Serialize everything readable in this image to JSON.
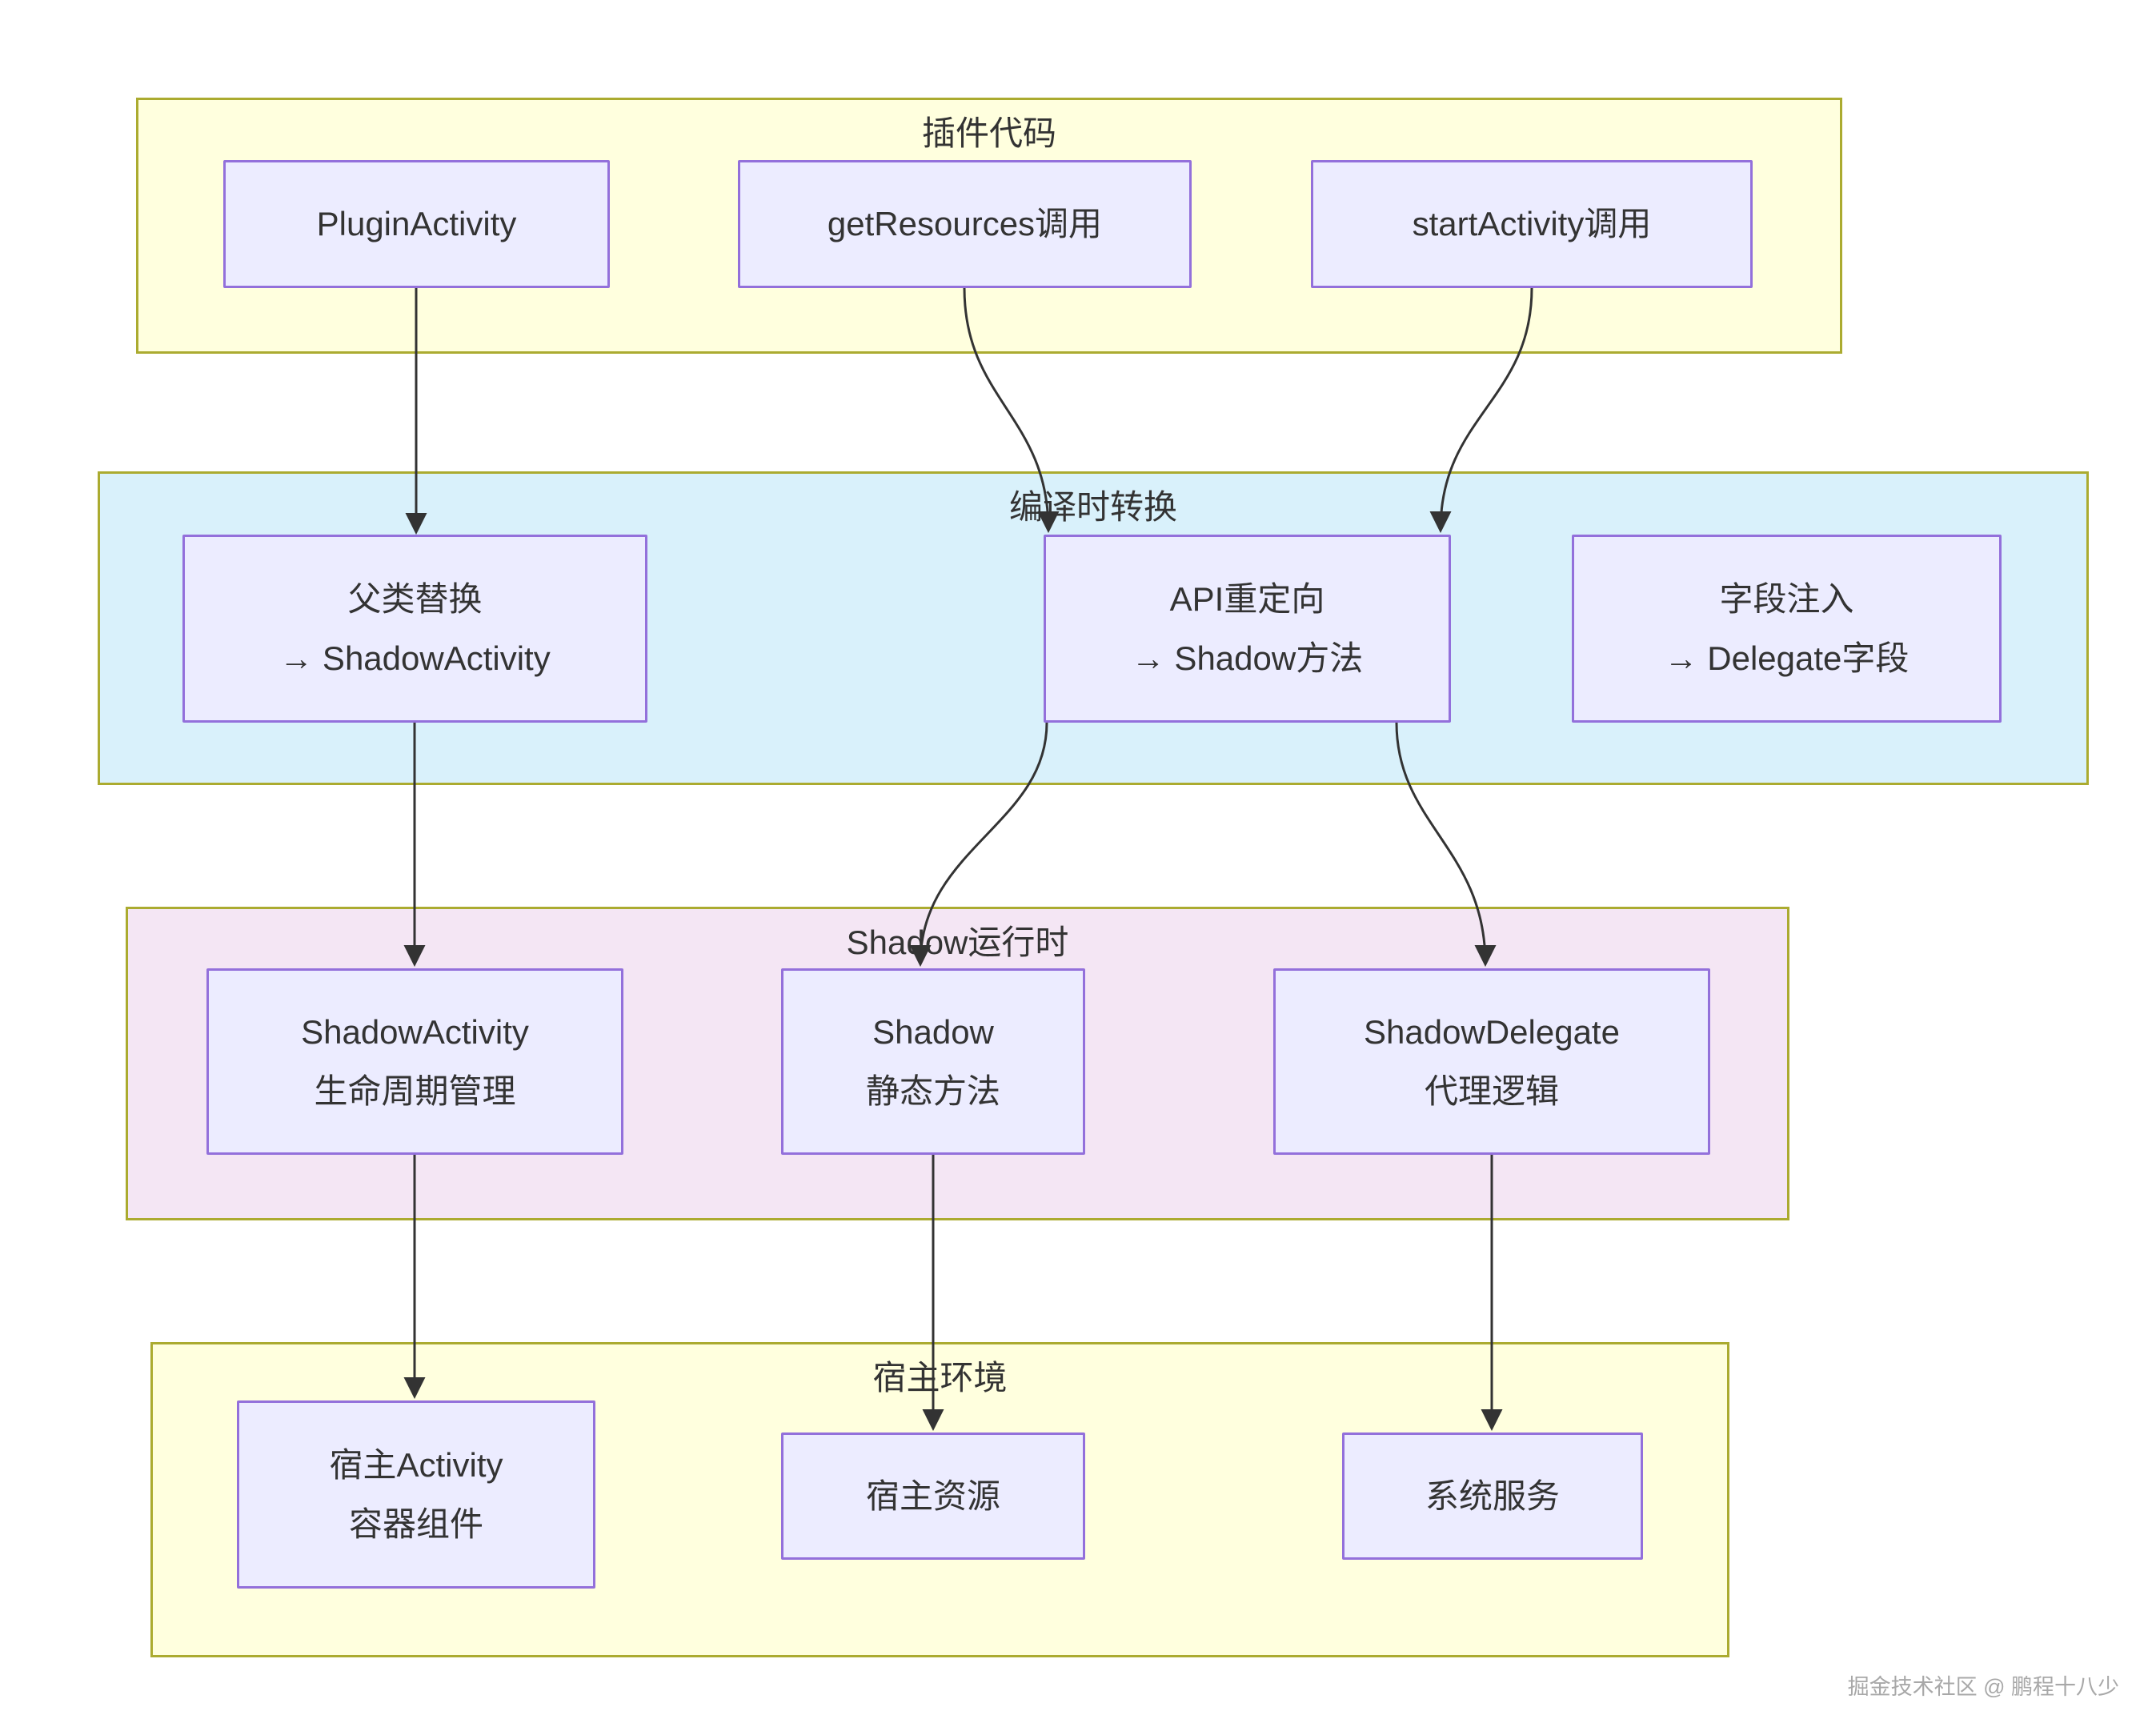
{
  "colors": {
    "band_yellow": "#ffffde",
    "band_blue": "#d9f1fb",
    "band_pink": "#f4e6f4",
    "band_border": "#abab30",
    "node_fill": "#ececff",
    "node_border": "#9370db",
    "edge": "#333333",
    "text": "#333333",
    "watermark_text": "#a8a8a8"
  },
  "bands": {
    "plugin_code": {
      "title": "插件代码"
    },
    "compile_transform": {
      "title": "编译时转换"
    },
    "shadow_runtime": {
      "title": "Shadow运行时"
    },
    "host_env": {
      "title": "宿主环境"
    }
  },
  "nodes": {
    "plugin_activity": {
      "line1": "PluginActivity"
    },
    "get_resources": {
      "line1": "getResources调用"
    },
    "start_activity": {
      "line1": "startActivity调用"
    },
    "superclass_replace": {
      "line1": "父类替换",
      "line2": "→ ShadowActivity"
    },
    "api_redirect": {
      "line1": "API重定向",
      "line2": "→ Shadow方法"
    },
    "field_inject": {
      "line1": "字段注入",
      "line2": "→ Delegate字段"
    },
    "shadow_activity": {
      "line1": "ShadowActivity",
      "line2": "生命周期管理"
    },
    "shadow_static": {
      "line1": "Shadow",
      "line2": "静态方法"
    },
    "shadow_delegate": {
      "line1": "ShadowDelegate",
      "line2": "代理逻辑"
    },
    "host_activity": {
      "line1": "宿主Activity",
      "line2": "容器组件"
    },
    "host_resources": {
      "line1": "宿主资源"
    },
    "system_services": {
      "line1": "系统服务"
    }
  },
  "edges": [
    {
      "from": "plugin_activity",
      "to": "superclass_replace"
    },
    {
      "from": "get_resources",
      "to": "api_redirect"
    },
    {
      "from": "start_activity",
      "to": "api_redirect"
    },
    {
      "from": "superclass_replace",
      "to": "shadow_activity"
    },
    {
      "from": "api_redirect",
      "to": "shadow_static"
    },
    {
      "from": "api_redirect",
      "to": "shadow_delegate"
    },
    {
      "from": "shadow_activity",
      "to": "host_activity"
    },
    {
      "from": "shadow_static",
      "to": "host_resources"
    },
    {
      "from": "shadow_delegate",
      "to": "system_services"
    }
  ],
  "watermark": "掘金技术社区 @ 鹏程十八少"
}
